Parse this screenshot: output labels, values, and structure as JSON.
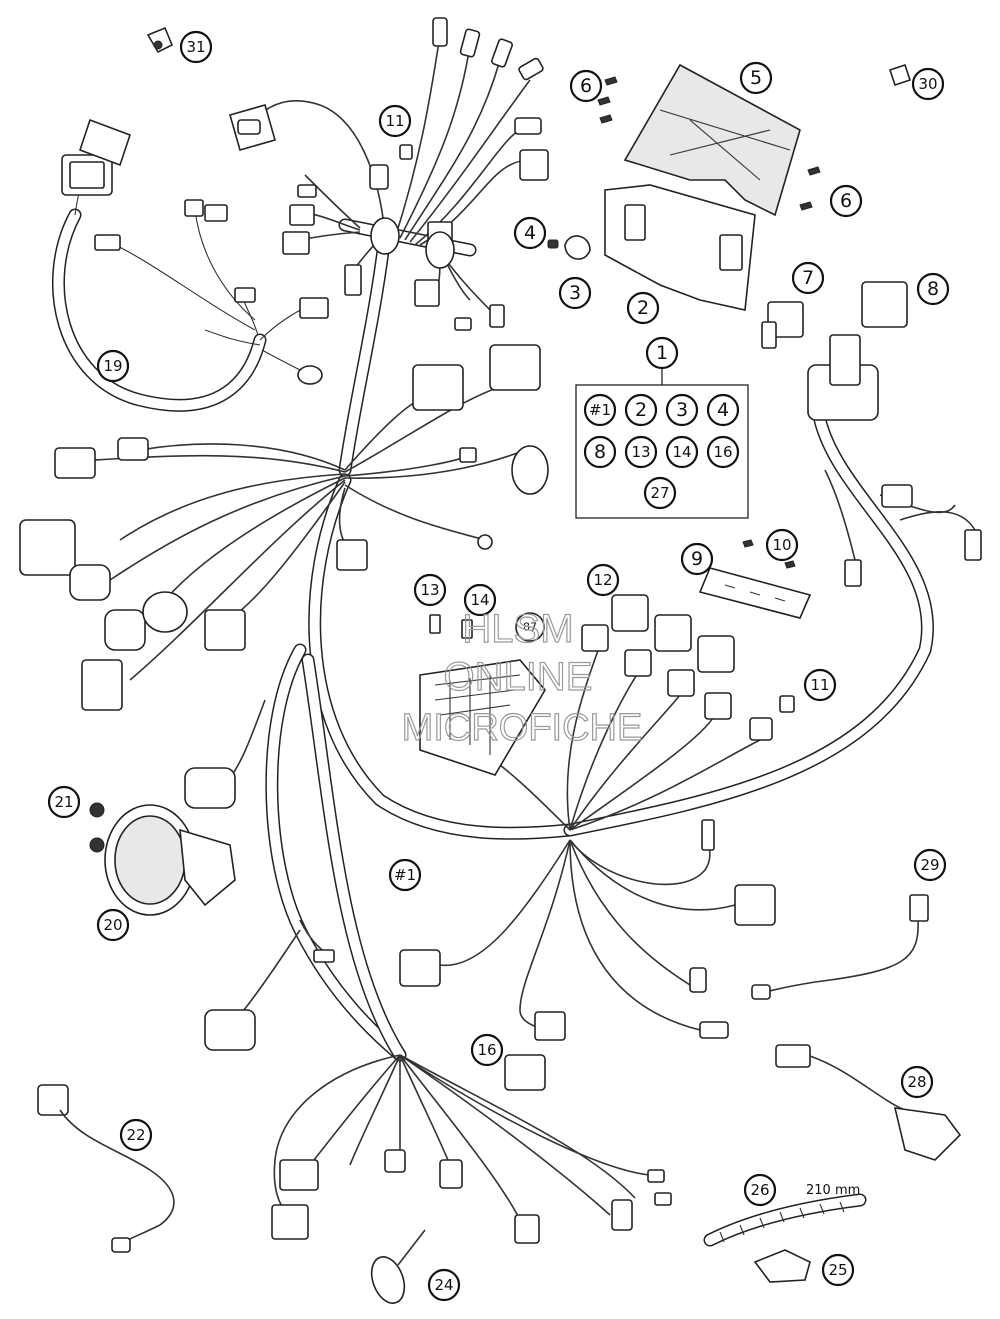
{
  "callouts": {
    "c31": "31",
    "c30": "30",
    "c11a": "11",
    "c6a": "6",
    "c5": "5",
    "c6b": "6",
    "c4": "4",
    "c3": "3",
    "c2": "2",
    "c7": "7",
    "c8": "8",
    "c19": "19",
    "c1": "1",
    "c10": "10",
    "c9": "9",
    "c12": "12",
    "c13": "13",
    "c14": "14",
    "c11b": "11",
    "c21": "21",
    "c20": "20",
    "c29": "29",
    "c16": "16",
    "c28": "28",
    "c22": "22",
    "c26": "26",
    "c25": "25",
    "c24": "24",
    "main_harness": "#1"
  },
  "kit_contents": {
    "row1": [
      "#1",
      "2",
      "3",
      "4"
    ],
    "row2": [
      "8",
      "13",
      "14",
      "16"
    ],
    "row3": [
      "27"
    ]
  },
  "relay_label": "87",
  "dimension_label": "210 mm",
  "watermark": {
    "line1": "HLSM",
    "line2": "ONLINE",
    "line3": "MICROFICHE"
  }
}
